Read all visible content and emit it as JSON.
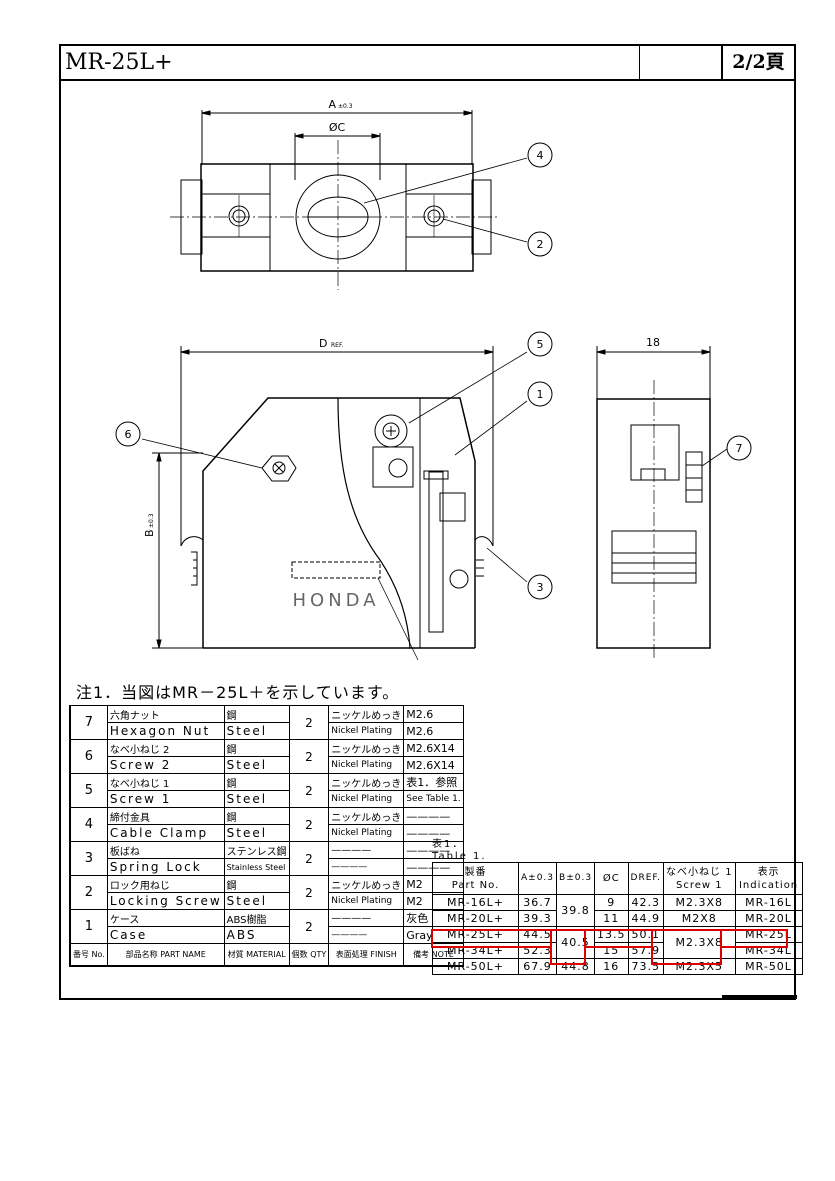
{
  "header": {
    "title": "MR-25L+",
    "page": "2/2頁"
  },
  "drawing": {
    "dims": {
      "a": "A",
      "a_tol": "±0.3",
      "c": "ØC",
      "d": "D",
      "d_ref": "REF.",
      "b": "B",
      "b_tol": "±0.3",
      "w18": "18"
    },
    "balloons": [
      "1",
      "2",
      "3",
      "4",
      "5",
      "6",
      "7"
    ],
    "brand": "HONDA"
  },
  "note": "注1．当図はMR－25L＋を示しています。",
  "parts_table": {
    "rows": [
      {
        "no": "7",
        "name_jp": "六角ナット",
        "name_en": "Hexagon Nut",
        "mat_jp": "鋼",
        "mat_en": "Steel",
        "qty": "2",
        "fin_jp": "ニッケルめっき",
        "fin_en": "Nickel Plating",
        "note_1": "M2.6",
        "note_2": "M2.6"
      },
      {
        "no": "6",
        "name_jp": "なべ小ねじ 2",
        "name_en": "Screw 2",
        "mat_jp": "鋼",
        "mat_en": "Steel",
        "qty": "2",
        "fin_jp": "ニッケルめっき",
        "fin_en": "Nickel Plating",
        "note_1": "M2.6X14",
        "note_2": "M2.6X14"
      },
      {
        "no": "5",
        "name_jp": "なべ小ねじ 1",
        "name_en": "Screw 1",
        "mat_jp": "鋼",
        "mat_en": "Steel",
        "qty": "2",
        "fin_jp": "ニッケルめっき",
        "fin_en": "Nickel Plating",
        "note_1": "表1．参照",
        "note_2": "See Table 1."
      },
      {
        "no": "4",
        "name_jp": "締付金具",
        "name_en": "Cable Clamp",
        "mat_jp": "鋼",
        "mat_en": "Steel",
        "qty": "2",
        "fin_jp": "ニッケルめっき",
        "fin_en": "Nickel Plating",
        "note_1": "————",
        "note_2": "————"
      },
      {
        "no": "3",
        "name_jp": "板ばね",
        "name_en": "Spring Lock",
        "mat_jp": "ステンレス鋼",
        "mat_en": "Stainless Steel",
        "qty": "2",
        "fin_jp": "————",
        "fin_en": "————",
        "note_1": "————",
        "note_2": "————"
      },
      {
        "no": "2",
        "name_jp": "ロック用ねじ",
        "name_en": "Locking Screw",
        "mat_jp": "鋼",
        "mat_en": "Steel",
        "qty": "2",
        "fin_jp": "ニッケルめっき",
        "fin_en": "Nickel Plating",
        "note_1": "M2",
        "note_2": "M2"
      },
      {
        "no": "1",
        "name_jp": "ケース",
        "name_en": "Case",
        "mat_jp": "ABS樹脂",
        "mat_en": "ABS",
        "qty": "2",
        "fin_jp": "————",
        "fin_en": "————",
        "note_1": "灰色",
        "note_2": "Gray"
      }
    ],
    "footer": {
      "no": "番号 No.",
      "name": "部品名称 PART NAME",
      "material": "材質 MATERIAL",
      "qty": "個数 QTY",
      "finish": "表面処理 FINISH",
      "note": "備考 NOTE"
    }
  },
  "table1": {
    "caption_jp": "表1．",
    "caption_en": "Table 1.",
    "headers": {
      "part_jp": "製番",
      "part_en": "Part No.",
      "a": "A±0.3",
      "b": "B±0.3",
      "c": "ØC",
      "d": "DREF.",
      "screw_jp": "なべ小ねじ 1",
      "screw_en": "Screw 1",
      "ind_jp": "表示",
      "ind_en": "Indication"
    },
    "rows": [
      {
        "part": "MR-16L+",
        "a": "36.7",
        "b": "39.8",
        "c": "9",
        "d": "42.3",
        "screw": "M2.3X8",
        "ind": "MR-16L"
      },
      {
        "part": "MR-20L+",
        "a": "39.3",
        "b": "",
        "c": "11",
        "d": "44.9",
        "screw": "M2X8",
        "ind": "MR-20L"
      },
      {
        "part": "MR-25L+",
        "a": "44.5",
        "b": "40.5",
        "c": "13.5",
        "d": "50.1",
        "screw": "M2.3X8",
        "ind": "MR-25L"
      },
      {
        "part": "MR-34L+",
        "a": "52.3",
        "b": "",
        "c": "15",
        "d": "57.9",
        "screw": "",
        "ind": "MR-34L"
      },
      {
        "part": "MR-50L+",
        "a": "67.9",
        "b": "44.8",
        "c": "16",
        "d": "73.5",
        "screw": "M2.3X5",
        "ind": "MR-50L"
      }
    ]
  },
  "colors": {
    "highlight": "#dd0000",
    "line": "#000000"
  }
}
